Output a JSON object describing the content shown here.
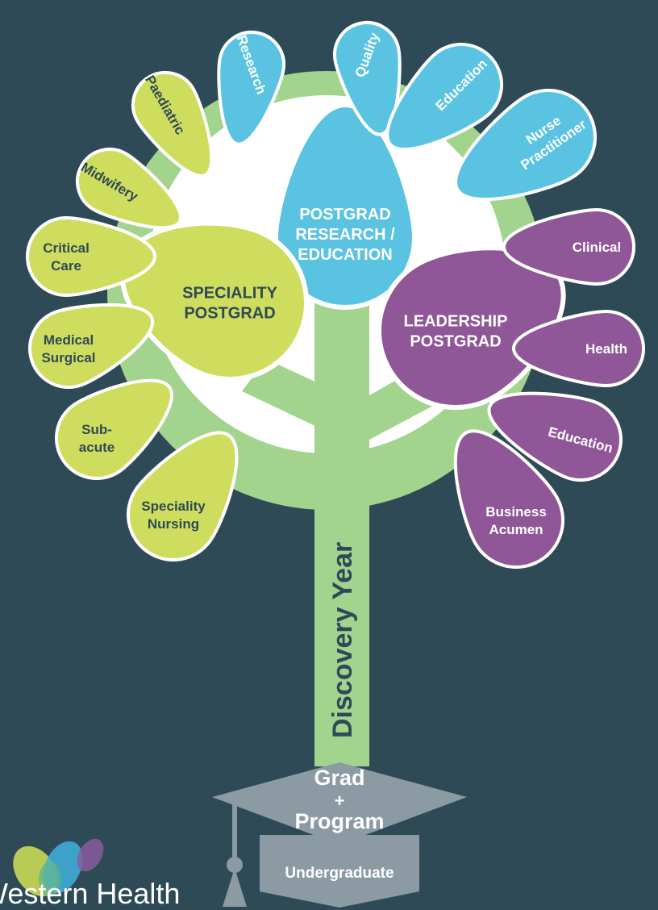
{
  "colors": {
    "background": "#2f4a57",
    "trunk": "#a3d48e",
    "specialty": "#cfdd5e",
    "research": "#5ac3e2",
    "leadership": "#8f5698",
    "cap": "#8c9aa3",
    "inner": "#ffffff"
  },
  "trunk_label": "Discovery Year",
  "center": {
    "research": [
      "POSTGRAD",
      "RESEARCH /",
      "EDUCATION"
    ],
    "specialty": [
      "SPECIALITY",
      "POSTGRAD"
    ],
    "leadership": [
      "LEADERSHIP",
      "POSTGRAD"
    ]
  },
  "petals": {
    "specialty": [
      {
        "key": "paediatric",
        "lines": [
          "Paediatric"
        ]
      },
      {
        "key": "midwifery",
        "lines": [
          "Midwifery"
        ]
      },
      {
        "key": "critical-care",
        "lines": [
          "Critical",
          "Care"
        ]
      },
      {
        "key": "medical-surgical",
        "lines": [
          "Medical",
          "Surgical"
        ]
      },
      {
        "key": "sub-acute",
        "lines": [
          "Sub-",
          "acute"
        ]
      },
      {
        "key": "speciality-nursing",
        "lines": [
          "Speciality",
          "Nursing"
        ]
      }
    ],
    "research": [
      {
        "key": "research",
        "lines": [
          "Research"
        ]
      },
      {
        "key": "quality",
        "lines": [
          "Quality"
        ]
      },
      {
        "key": "education",
        "lines": [
          "Education"
        ]
      },
      {
        "key": "nurse-practitioner",
        "lines": [
          "Nurse",
          "Practitioner"
        ]
      }
    ],
    "leadership": [
      {
        "key": "clinical",
        "lines": [
          "Clinical"
        ]
      },
      {
        "key": "health",
        "lines": [
          "Health"
        ]
      },
      {
        "key": "education",
        "lines": [
          "Education"
        ]
      },
      {
        "key": "business-acumen",
        "lines": [
          "Business",
          "Acumen"
        ]
      }
    ]
  },
  "base": {
    "cap_lines": [
      "Grad",
      "+",
      "Program"
    ],
    "banner": "Undergraduate"
  },
  "logo": {
    "text": "Western Health",
    "icon": "butterfly-logo-icon"
  }
}
